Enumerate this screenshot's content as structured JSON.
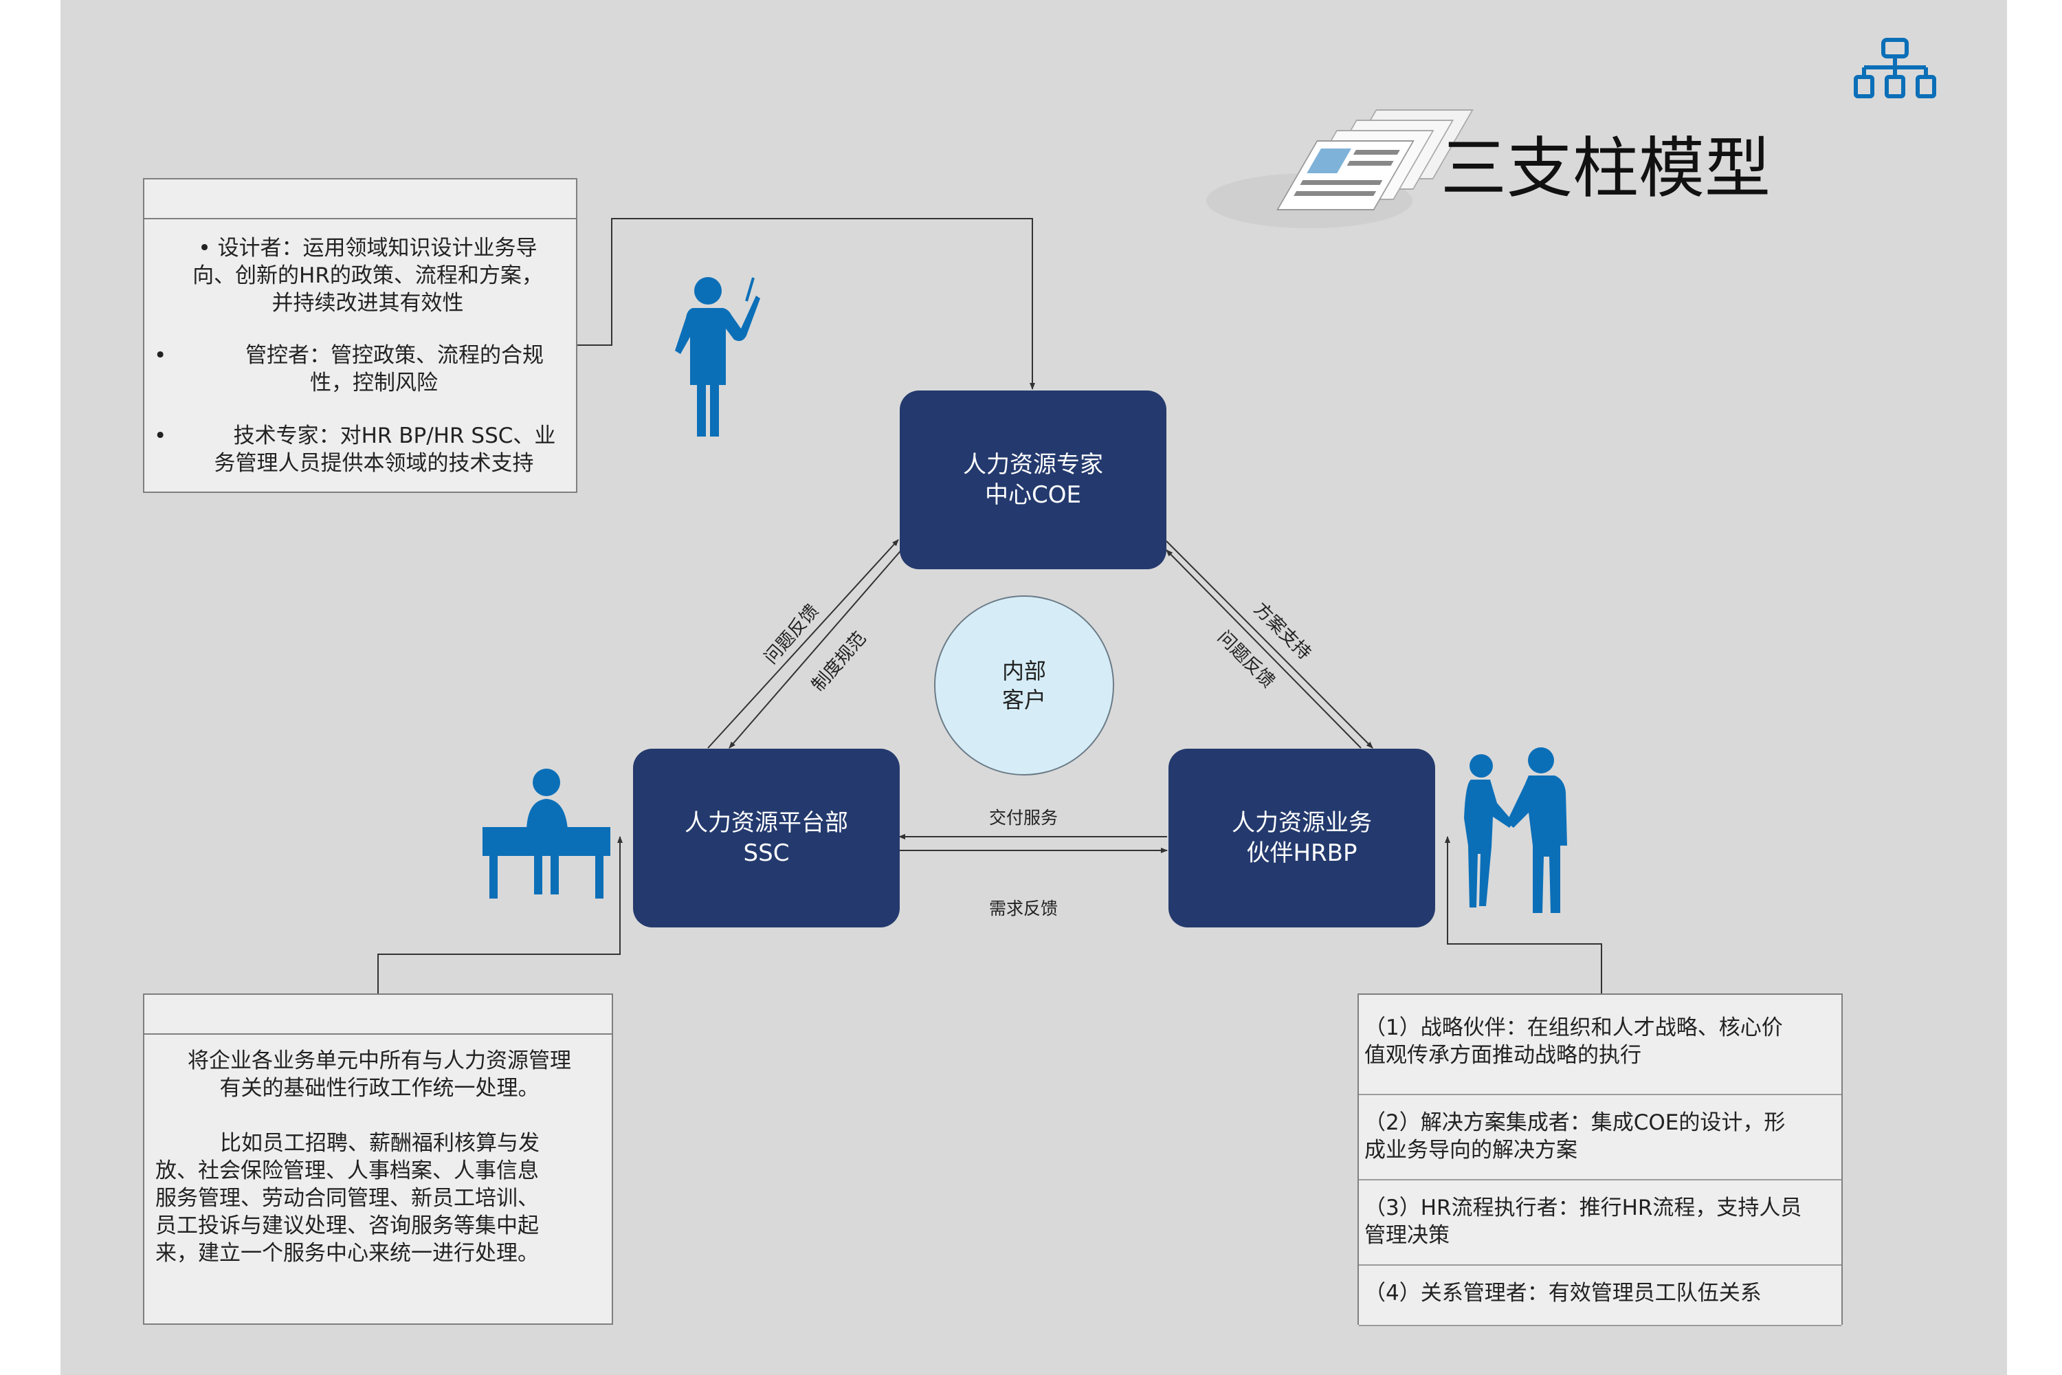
{
  "title": "三支柱模型",
  "nodes": {
    "coe": [
      "人力资源专家",
      "中心COE"
    ],
    "ssc": [
      "人力资源平台部",
      "SSC"
    ],
    "hrbp": [
      "人力资源业务",
      "伙伴HRBP"
    ],
    "center": [
      "内部",
      "客户"
    ]
  },
  "edge_labels": {
    "ssc_to_coe": "问题反馈",
    "coe_to_ssc": "制度规范",
    "coe_to_hrbp": "方案支持",
    "hrbp_to_coe": "问题反馈",
    "ssc_to_hrbp": "交付服务",
    "hrbp_to_ssc": "需求反馈"
  },
  "coe_box": {
    "items": [
      [
        "设计者：运用领域知识设计业务导",
        "向、创新的HR的政策、流程和方案，",
        "并持续改进其有效性"
      ],
      [
        "管控者：管控政策、流程的合规",
        "性，控制风险"
      ],
      [
        "技术专家：对HR BP/HR SSC、业",
        "务管理人员提供本领域的技术支持"
      ]
    ]
  },
  "ssc_box": {
    "para1": [
      "将企业各业务单元中所有与人力资源管理",
      "有关的基础性行政工作统一处理。"
    ],
    "para2": [
      "比如员工招聘、薪酬福利核算与发",
      "放、社会保险管理、人事档案、人事信息",
      "服务管理、劳动合同管理、新员工培训、",
      "员工投诉与建议处理、咨询服务等集中起",
      "来，建立一个服务中心来统一进行处理。"
    ]
  },
  "hrbp_box": {
    "rows": [
      [
        "（1）战略伙伴：在组织和人才战略、核心价",
        "值观传承方面推动战略的执行"
      ],
      [
        "（2）解决方案集成者：集成COE的设计，形",
        "成业务导向的解决方案"
      ],
      [
        "（3）HR流程执行者：推行HR流程，支持人员",
        "管理决策"
      ],
      [
        "（4）关系管理者：有效管理员工队伍关系"
      ]
    ]
  },
  "icons": [
    "org-chart-icon",
    "documents-icon",
    "teacher-icon",
    "desk-worker-icon",
    "handshake-icon",
    "fingerprint-icon"
  ],
  "colors": {
    "panel": "#d9d9d9",
    "node": "#243a6e",
    "icon": "#0b6fb8",
    "circle": "#d6edf7"
  }
}
